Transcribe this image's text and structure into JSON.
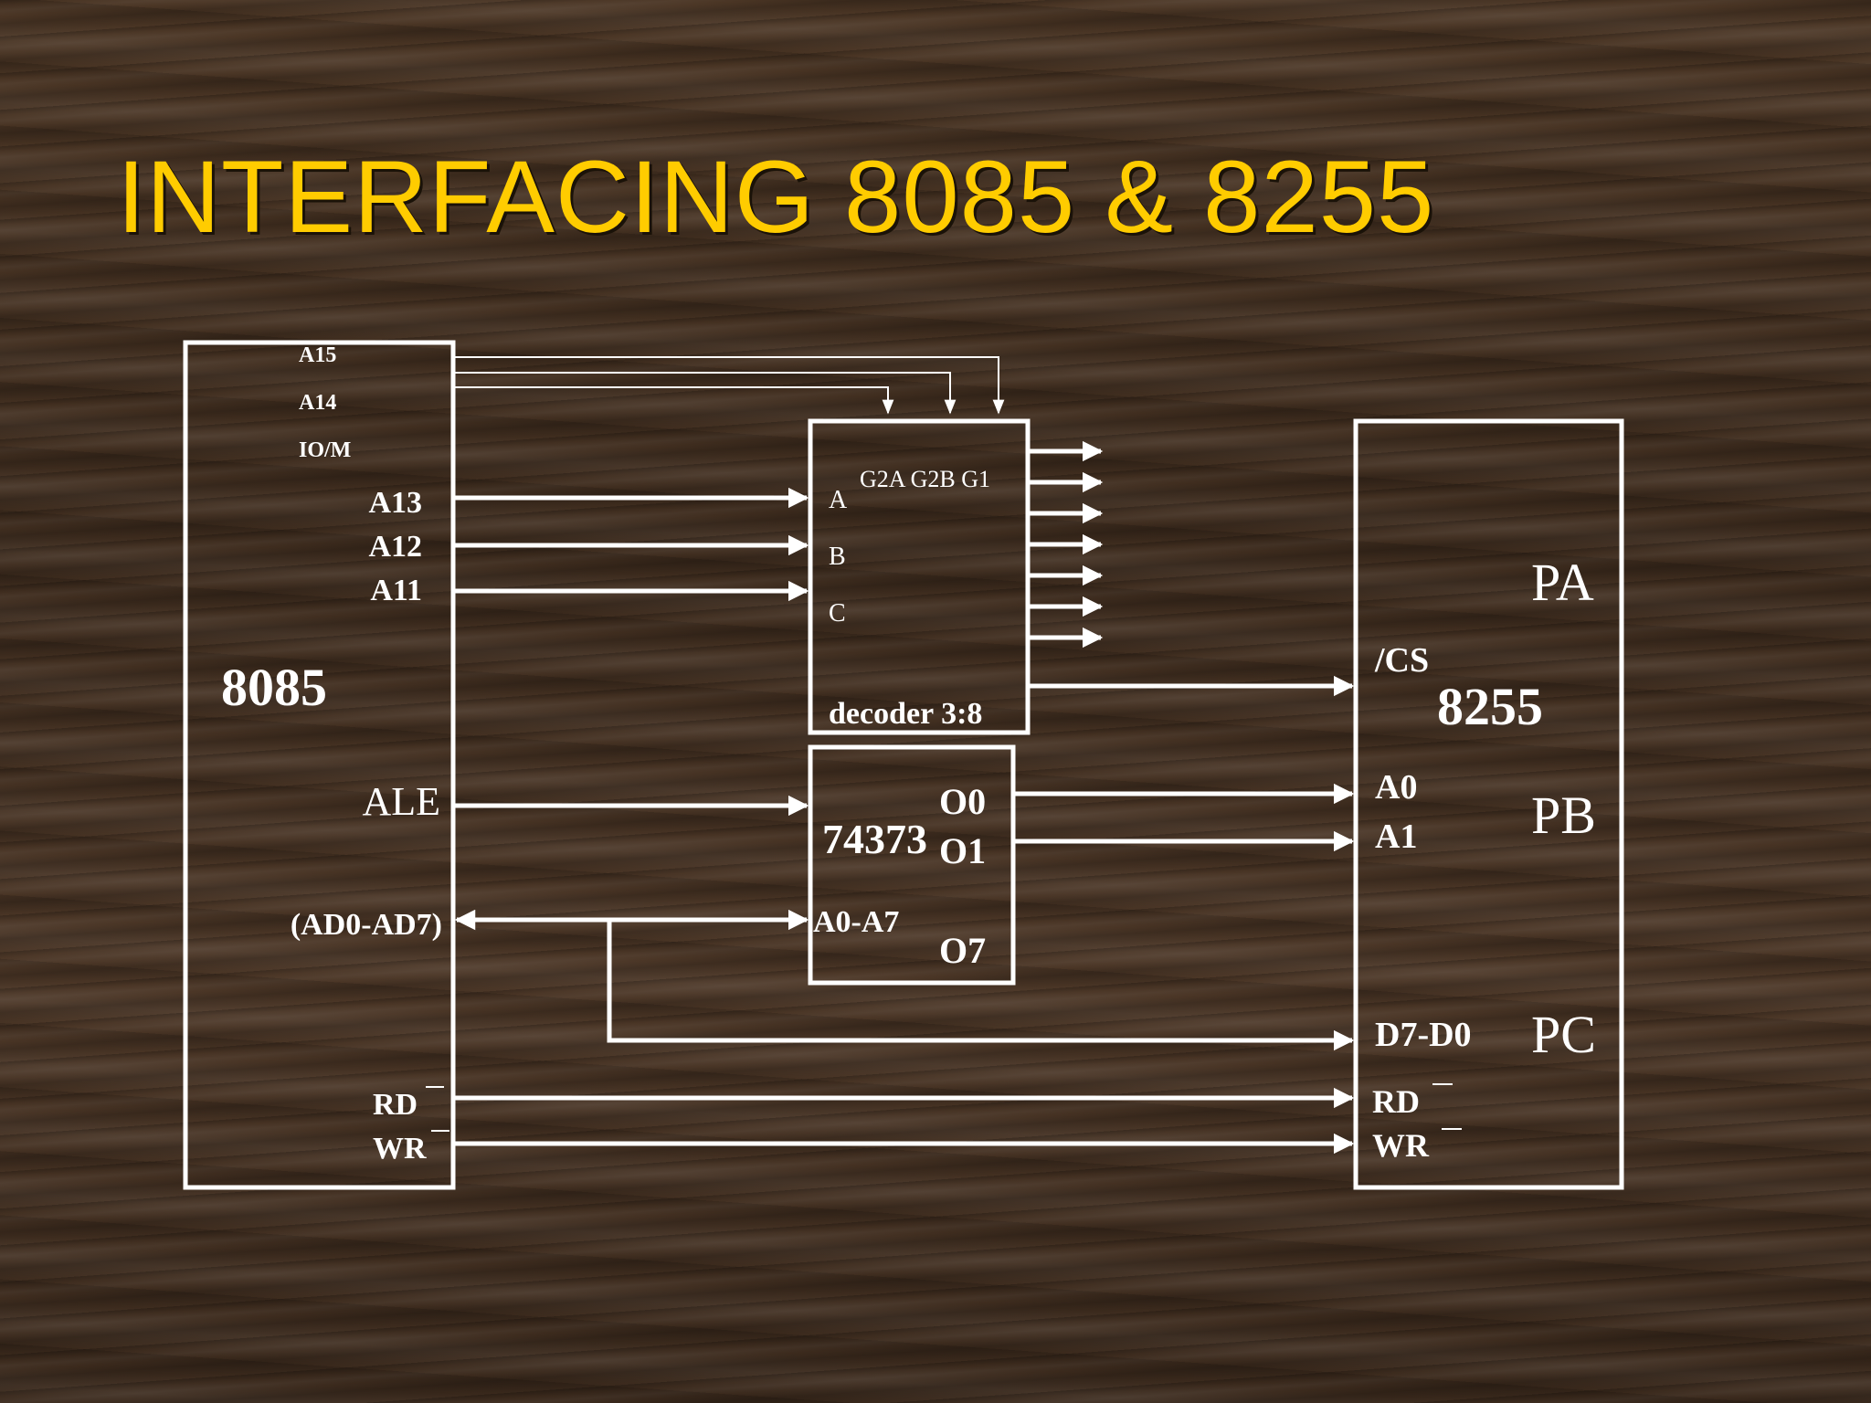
{
  "title": "INTERFACING 8085 & 8255",
  "cpu": {
    "name": "8085",
    "pins": {
      "a15": "A15",
      "a14": "A14",
      "iom": "IO/M",
      "a13": "A13",
      "a12": "A12",
      "a11": "A11",
      "ale": "ALE",
      "ad": "(AD0-AD7)",
      "rd": "RD",
      "wr": "WR"
    }
  },
  "decoder": {
    "name": "decoder 3:8",
    "enables": "G2A G2B G1",
    "inputs": [
      "A",
      "B",
      "C"
    ]
  },
  "latch": {
    "name": "74373",
    "input": "A0-A7",
    "outputs": [
      "O0",
      "O1",
      "O7"
    ]
  },
  "ppi": {
    "name": "8255",
    "cs": "/CS",
    "addr": [
      "A0",
      "A1"
    ],
    "data": "D7-D0",
    "rd": "RD",
    "wr": "WR",
    "ports": [
      "PA",
      "PB",
      "PC"
    ]
  },
  "colors": {
    "title": "#ffcc00",
    "lines": "#ffffff",
    "background": "#3f2d1f"
  }
}
